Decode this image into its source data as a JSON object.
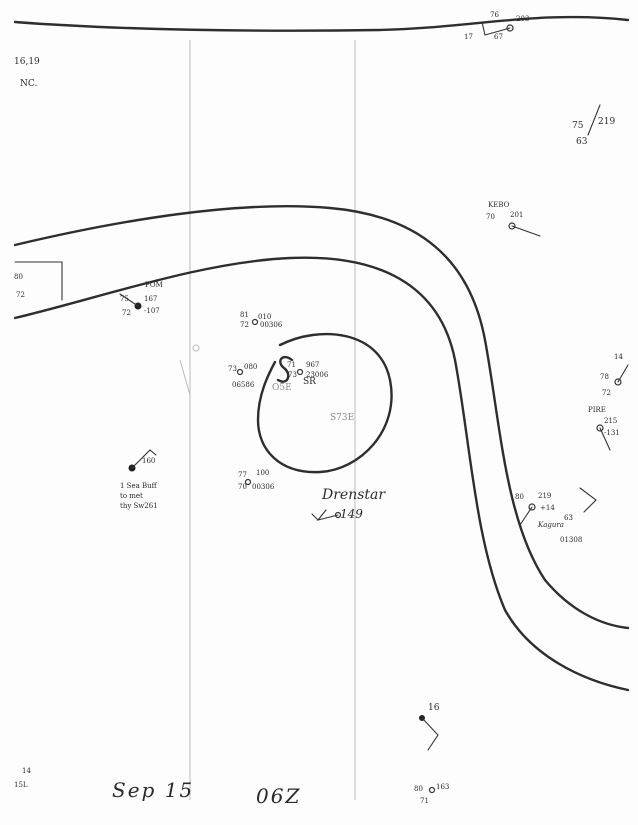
{
  "map": {
    "date_label": "Sep 15",
    "time_label": "06Z",
    "pressure_center_label": "SR",
    "annotation_ghost": "S73E",
    "annotation_ghost2": "O5E",
    "cyclone_label": "Drenstar",
    "cyclone_wind_value": "149",
    "fom_label": "FOM",
    "nc_label": "NC.",
    "pire_label": "PIRE",
    "soffit_note_1": "1 Sea Buff",
    "soffit_note_2": "to met",
    "soffit_note_3": "thy Sw261",
    "top_left_value": "16,19",
    "mid_right_label": "Kagura"
  },
  "stations": [
    {
      "id": "top-right-station",
      "temp": "76",
      "pressure": "203",
      "dew": "17",
      "extra": "67"
    },
    {
      "id": "right-upper-station",
      "temp": "75",
      "pressure": "219",
      "dew": "63"
    },
    {
      "id": "right-mid-station",
      "temp": "70",
      "pressure": "201",
      "header": "KEBO"
    },
    {
      "id": "left-station",
      "temp": "75",
      "pressure": "167",
      "dew": "72",
      "tendency": "-107"
    },
    {
      "id": "center-upper-station",
      "temp": "81",
      "pressure": "010",
      "dew": "72",
      "code": "00306"
    },
    {
      "id": "center-left-station",
      "temp": "73",
      "pressure": "080",
      "code": "06586"
    },
    {
      "id": "center-station",
      "temp": "71",
      "pressure": "967",
      "dew": "73",
      "code": "23006"
    },
    {
      "id": "lower-center-station",
      "temp": "77",
      "pressure": "100",
      "dew": "70",
      "code": "00306"
    },
    {
      "id": "left-lower-station",
      "pressure": "160"
    },
    {
      "id": "far-right-station",
      "temp": "78",
      "dew": "72",
      "pressure": "14"
    },
    {
      "id": "pire-station",
      "temp": "",
      "pressure": "215",
      "tendency": "-131"
    },
    {
      "id": "right-lower-station",
      "temp": "80",
      "pressure": "219",
      "tendency": "+14",
      "dew": "63",
      "code": "01308"
    },
    {
      "id": "bottom-station",
      "pressure": "16"
    },
    {
      "id": "bottom-mid-station",
      "temp": "80",
      "pressure": "163",
      "dew": "71"
    },
    {
      "id": "left-top-station",
      "temp": "80",
      "dew": "72"
    },
    {
      "id": "bottom-left-station",
      "temp": "14",
      "pressure": "15L"
    }
  ]
}
